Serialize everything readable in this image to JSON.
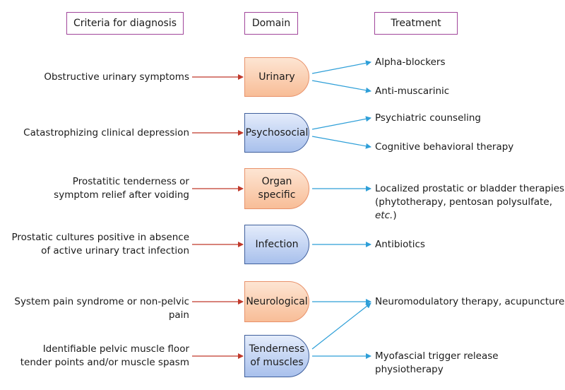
{
  "headers": {
    "criteria": "Criteria for diagnosis",
    "domain": "Domain",
    "treatment": "Treatment"
  },
  "rows": [
    {
      "criteria": [
        "Obstructive urinary symptoms"
      ],
      "domain": [
        "Urinary"
      ],
      "domain_style": "orange",
      "treatments": [
        [
          "Alpha-blockers"
        ],
        [
          "Anti-muscarinic"
        ]
      ]
    },
    {
      "criteria": [
        "Catastrophizing clinical depression"
      ],
      "domain": [
        "Psychosocial"
      ],
      "domain_style": "blue",
      "treatments": [
        [
          "Psychiatric counseling"
        ],
        [
          "Cognitive behavioral therapy"
        ]
      ]
    },
    {
      "criteria": [
        "Prostatitic tenderness or",
        "symptom relief after voiding"
      ],
      "domain": [
        "Organ specific"
      ],
      "domain_style": "orange",
      "treatments": [
        [
          "Localized prostatic or bladder therapies",
          "(phytotherapy, pentosan polysulfate, etc.)"
        ]
      ]
    },
    {
      "criteria": [
        "Prostatic cultures positive in absence",
        "of active urinary tract infection"
      ],
      "domain": [
        "Infection"
      ],
      "domain_style": "blue",
      "treatments": [
        [
          "Antibiotics"
        ]
      ]
    },
    {
      "criteria": [
        "System pain syndrome or non-pelvic pain"
      ],
      "domain": [
        "Neurological"
      ],
      "domain_style": "orange",
      "treatments": [
        [
          "Neuromodulatory therapy, acupuncture"
        ]
      ]
    },
    {
      "criteria": [
        "Identifiable pelvic muscle floor",
        "tender points and/or muscle spasm"
      ],
      "domain": [
        "Tenderness",
        "of muscles"
      ],
      "domain_style": "blue",
      "treatments": [
        [
          "Myofascial trigger release physiotherapy"
        ]
      ]
    }
  ],
  "colors": {
    "header_border": "#a0459a",
    "red_arrow": "#c0392b",
    "blue_arrow": "#2e9fd8"
  }
}
